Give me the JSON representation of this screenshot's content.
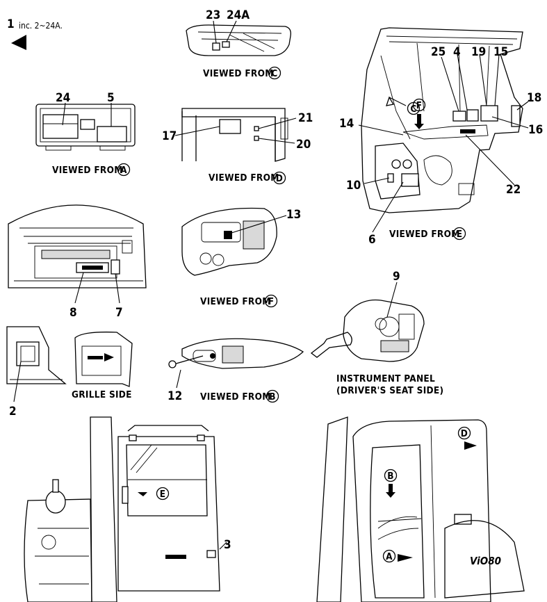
{
  "note": {
    "index": "1",
    "text": "inc. 2~24A."
  },
  "captions": {
    "view_c": "VIEWED FROM",
    "view_a": "VIEWED FROM",
    "view_d": "VIEWED FROM",
    "view_e": "VIEWED FROM",
    "view_f": "VIEWED FROM",
    "view_b": "VIEWED FROM",
    "grille": "GRILLE SIDE",
    "instrument_line1": "INSTRUMENT PANEL",
    "instrument_line2": "(DRIVER'S SEAT SIDE)"
  },
  "view_letters": {
    "a": "A",
    "b": "B",
    "c": "C",
    "d": "D",
    "e": "E",
    "f": "F"
  },
  "part_numbers": {
    "p2": "2",
    "p3": "3",
    "p4": "4",
    "p5": "5",
    "p6": "6",
    "p7": "7",
    "p8": "8",
    "p9": "9",
    "p10": "10",
    "p12": "12",
    "p13": "13",
    "p14": "14",
    "p15": "15",
    "p16": "16",
    "p17": "17",
    "p18": "18",
    "p19": "19",
    "p20": "20",
    "p21": "21",
    "p22": "22",
    "p23": "23",
    "p24": "24",
    "p24a": "24A",
    "p25": "25"
  },
  "model_badge": "ViO80"
}
